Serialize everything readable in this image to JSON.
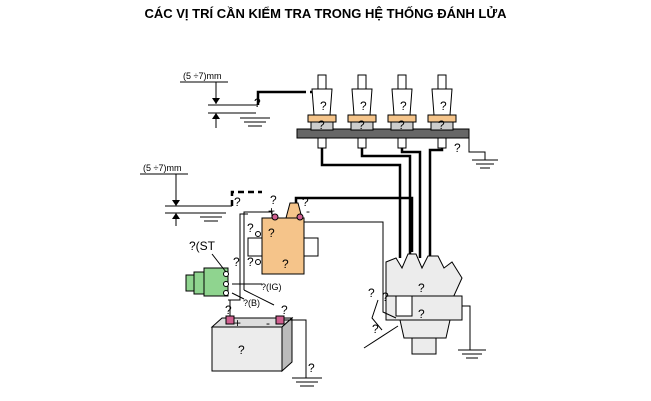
{
  "title": "CÁC VỊ TRÍ CẦN KIỂM TRA TRONG HỆ THỐNG ĐÁNH LỬA",
  "gap_label_1": "(5 ÷7)mm",
  "gap_label_2": "(5 ÷7)mm",
  "q": "?",
  "terminal_st": "?(ST",
  "terminal_ig": "?(IG)",
  "terminal_b": "?(B)",
  "plus": "+",
  "minus": "-",
  "colors": {
    "coil": "#f5c48a",
    "switch": "#8fd48f",
    "distributor": "#ececec",
    "battery": "#ececec",
    "terminal": "#d06090"
  }
}
